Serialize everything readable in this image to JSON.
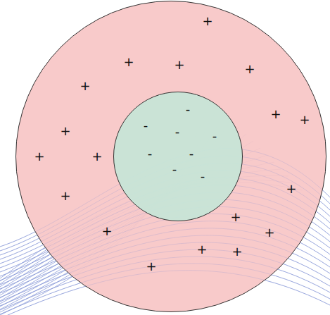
{
  "diagram": {
    "nodes": [
      {
        "text": [
          "+",
          "+",
          "+",
          "+",
          "+",
          "+",
          "+",
          "+",
          "+",
          "+",
          "+",
          "+",
          "+",
          "+",
          "+",
          "+",
          "+",
          "+"
        ]
      },
      {
        "text": [
          "-",
          "-",
          "-",
          "-",
          "-",
          "-",
          "-",
          "-"
        ],
        "in": 0
      }
    ]
  }
}
